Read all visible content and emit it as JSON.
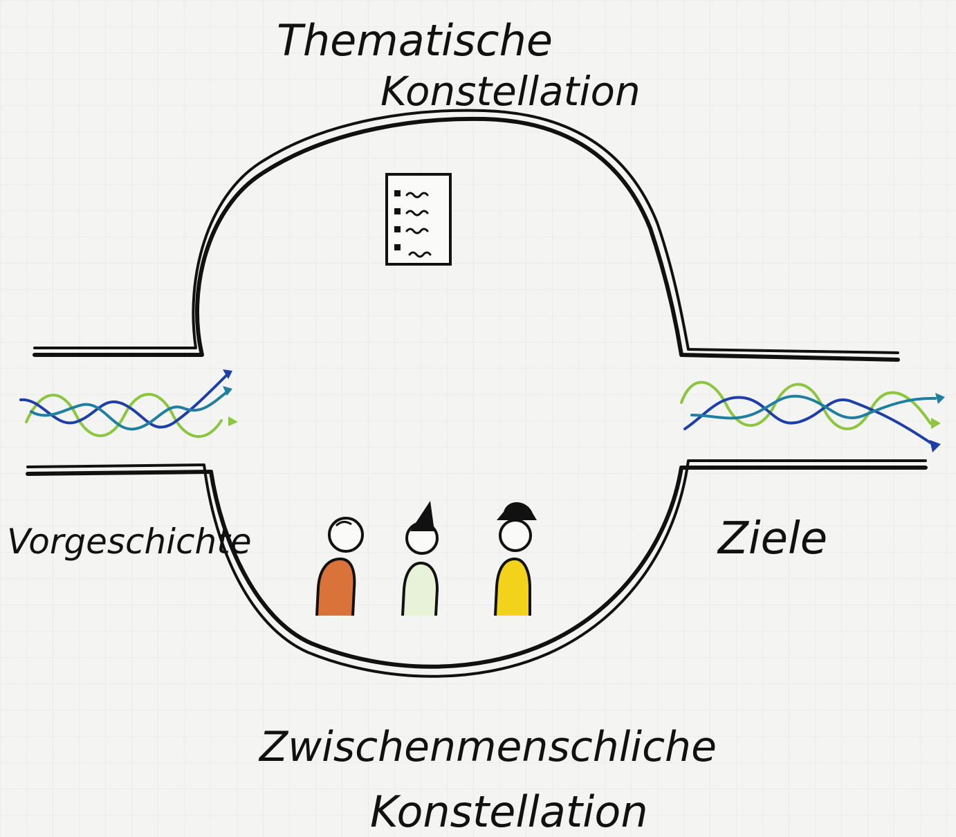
{
  "labels": {
    "top_line1": "Thematische",
    "top_line2": "Konstellation",
    "left": "Vorgeschichte",
    "right": "Ziele",
    "bottom_line1": "Zwischenmenschliche",
    "bottom_line2": "Konstellation"
  },
  "colors": {
    "ink": "#111111",
    "paper": "#f4f4f2",
    "grid": "#e4e4e2",
    "wave_green": "#8cc63f",
    "wave_blue": "#1f3fa8",
    "wave_teal": "#1e7fa0",
    "person1_body": "#d9733a",
    "person2_body": "#e8f2d8",
    "person3_body": "#f2d21a"
  },
  "icons": {
    "document": "checklist-document-icon",
    "people": [
      "person-icon",
      "person-with-pointed-hat-icon",
      "person-with-hat-icon"
    ]
  }
}
